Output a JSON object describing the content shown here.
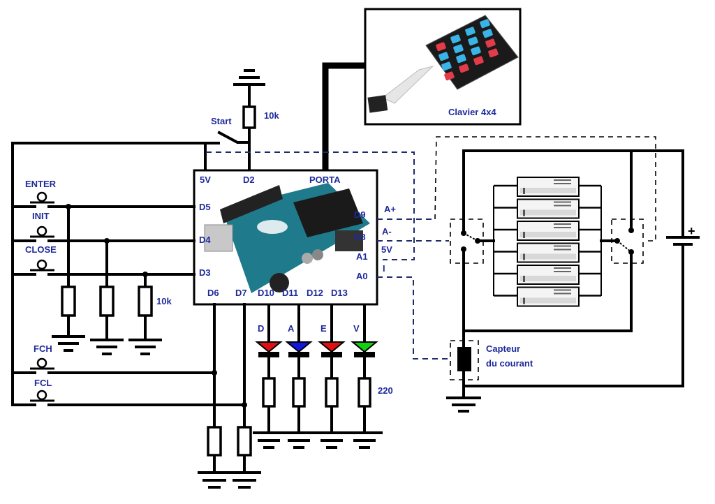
{
  "title": "Schéma de câblage Arduino - commande vérins",
  "arduino": {
    "pins_top": [
      "5V",
      "D2",
      "PORTA"
    ],
    "pins_left": [
      "D5",
      "D4",
      "D3"
    ],
    "pins_bottom": [
      "D6",
      "D7",
      "D10",
      "D11",
      "D12",
      "D13"
    ],
    "pins_right": [
      "D9",
      "D8",
      "A1",
      "A0"
    ]
  },
  "keypad": {
    "label": "Clavier 4x4"
  },
  "start": {
    "label": "Start",
    "resistor": "10k"
  },
  "buttons": [
    {
      "label": "ENTER",
      "pin": "D5"
    },
    {
      "label": "INIT",
      "pin": "D4"
    },
    {
      "label": "CLOSE",
      "pin": "D3"
    },
    {
      "label": "FCH",
      "pin": "D6"
    },
    {
      "label": "FCL",
      "pin": "D7"
    }
  ],
  "pulldown_label": "10k",
  "leds": [
    {
      "label": "D",
      "color": "#e01010",
      "pin": "D10"
    },
    {
      "label": "A",
      "color": "#1018e0",
      "pin": "D11"
    },
    {
      "label": "E",
      "color": "#e01010",
      "pin": "D12"
    },
    {
      "label": "V",
      "color": "#10d010",
      "pin": "D13"
    }
  ],
  "led_resistor": "220",
  "signal_labels": [
    "A+",
    "A-",
    "5V",
    "I"
  ],
  "sensor": {
    "line1": "Capteur",
    "line2": "du courant"
  },
  "battery": {
    "plus": "+"
  },
  "actuators_count": 6
}
